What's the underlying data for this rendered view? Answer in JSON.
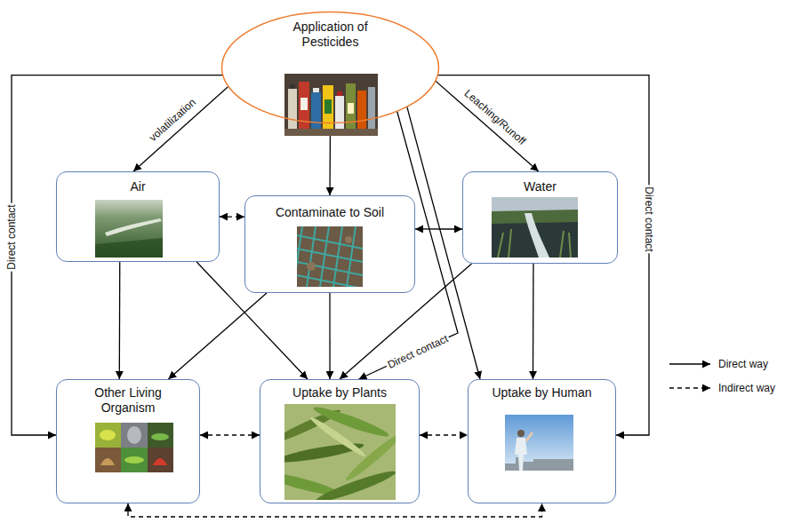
{
  "diagram": {
    "nodes": [
      {
        "text": [
          "Application of Pesticides"
        ]
      },
      {
        "text": [
          "Air"
        ]
      },
      {
        "text": [
          "Contaminate to Soil"
        ]
      },
      {
        "text": [
          "Water"
        ]
      },
      {
        "text": [
          "Other Living Organism"
        ]
      },
      {
        "text": [
          "Uptake by Plants"
        ]
      },
      {
        "text": [
          "Uptake by Human"
        ]
      }
    ],
    "edges": [
      {
        "from": 0,
        "to": 1,
        "label": "volatilization",
        "arrow": "to"
      },
      {
        "from": 0,
        "to": 2,
        "arrow": "to"
      },
      {
        "from": 0,
        "to": 3,
        "label": "Leaching/Runoff",
        "arrow": "to"
      },
      {
        "from": 0,
        "to": 4,
        "label": "Direct contact",
        "arrow": "to"
      },
      {
        "from": 0,
        "to": 6,
        "label": "Direct contact",
        "arrow": "to"
      },
      {
        "from": 0,
        "to": 5,
        "label": "Direct contact",
        "arrow": "to"
      },
      {
        "from": 0,
        "to": 6,
        "arrow": "to"
      },
      {
        "from": 1,
        "to": 2,
        "arrow": "both"
      },
      {
        "from": 2,
        "to": 3,
        "arrow": "both"
      },
      {
        "from": 1,
        "to": 4,
        "arrow": "to"
      },
      {
        "from": 1,
        "to": 5,
        "arrow": "to"
      },
      {
        "from": 2,
        "to": 4,
        "arrow": "to"
      },
      {
        "from": 2,
        "to": 5,
        "arrow": "to"
      },
      {
        "from": 3,
        "to": 5,
        "arrow": "to"
      },
      {
        "from": 3,
        "to": 6,
        "arrow": "to"
      },
      {
        "from": 4,
        "to": 5,
        "arrow": "both"
      },
      {
        "from": 5,
        "to": 6,
        "arrow": "both"
      },
      {
        "from": 4,
        "to": 6,
        "arrow": "both"
      }
    ],
    "legend": [
      {
        "text": "Direct way"
      },
      {
        "text": "Indirect way"
      }
    ]
  }
}
